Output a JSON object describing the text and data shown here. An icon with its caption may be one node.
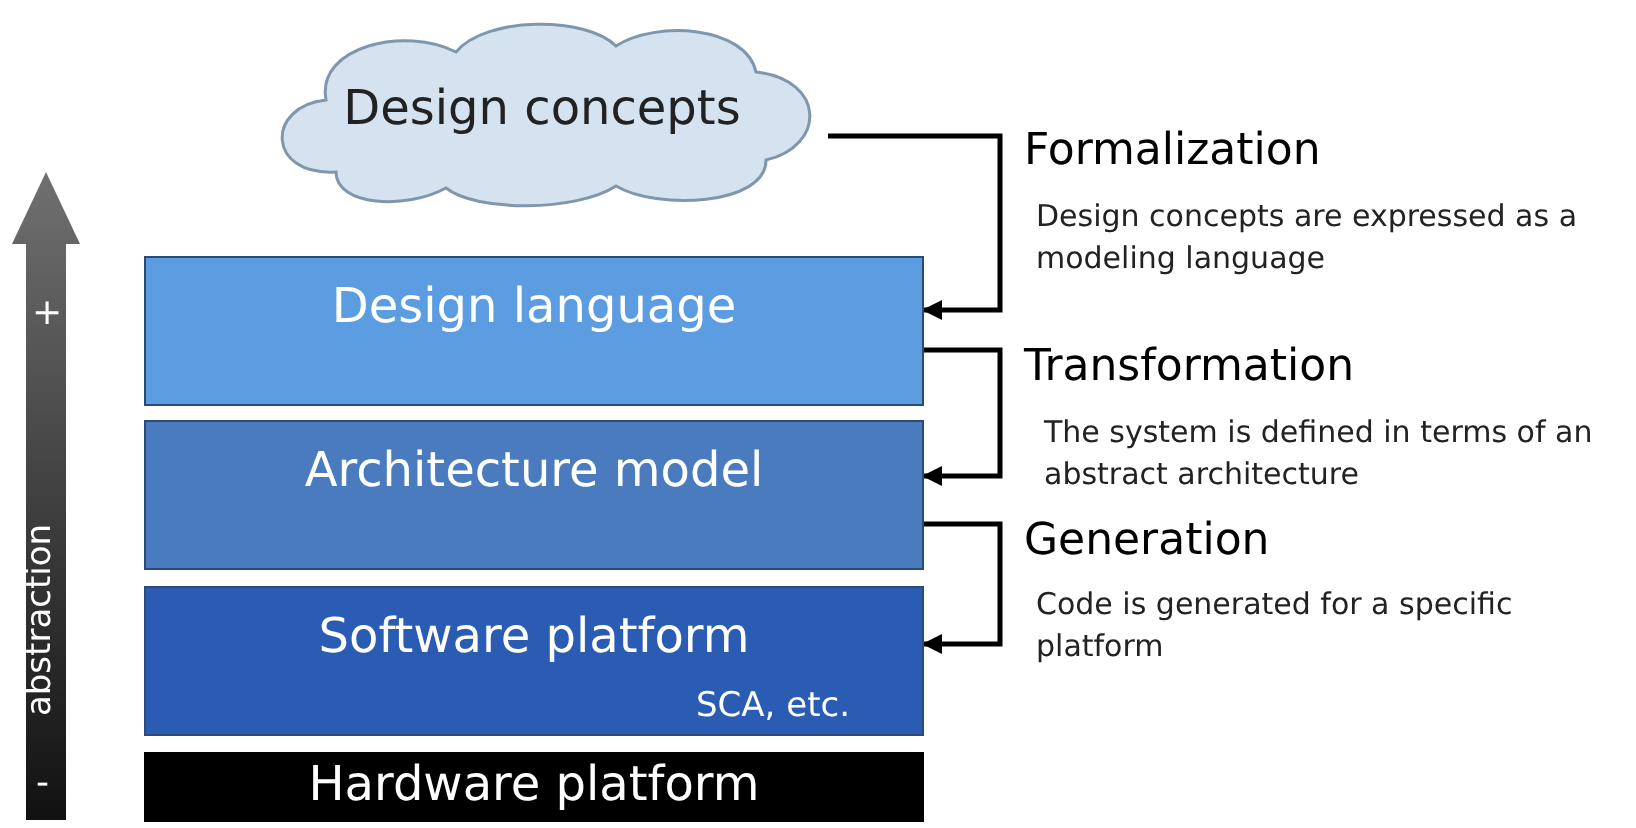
{
  "diagram": {
    "nodes": [
      {
        "text": [
          "Design concepts"
        ]
      },
      {
        "text": [
          "Design language"
        ]
      },
      {
        "text": [
          "Architecture model"
        ]
      },
      {
        "text": [
          "Software platform",
          "SCA, etc."
        ]
      },
      {
        "text": [
          "Hardware platform"
        ]
      }
    ],
    "edges": [
      {
        "from": 0,
        "to": 1,
        "arrow": "to",
        "label": "Formalization"
      },
      {
        "from": 1,
        "to": 2,
        "arrow": "to",
        "label": "Transformation"
      },
      {
        "from": 2,
        "to": 3,
        "arrow": "to",
        "label": "Generation"
      }
    ],
    "labels": [
      "Design concepts are expressed as a modeling language",
      "The system is defined in terms of an abstract architecture",
      "Code is generated for a specific platform",
      "+",
      "abstraction",
      "-"
    ]
  }
}
